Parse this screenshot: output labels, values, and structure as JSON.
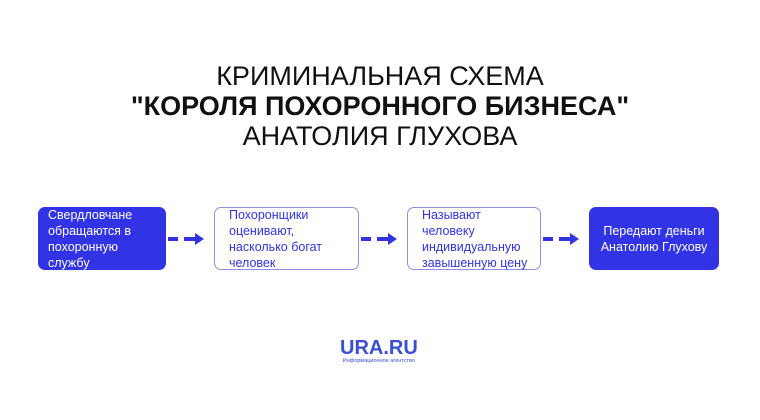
{
  "title": {
    "line1": "КРИМИНАЛЬНАЯ СХЕМА",
    "line2": "\"КОРОЛЯ ПОХОРОННОГО БИЗНЕСА\"",
    "line3": "АНАТОЛИЯ ГЛУХОВА"
  },
  "steps": [
    {
      "text": "Свердловчане обращаются в похоронную службу"
    },
    {
      "text": "Похоронщики оценивают, насколько богат человек"
    },
    {
      "text": "Называют человеку индивидуальную завышенную цену"
    },
    {
      "text": "Передают деньги Анатолию Глухову"
    }
  ],
  "colors": {
    "accent": "#3333e6"
  },
  "logo": {
    "name": "URA.RU",
    "tagline": "Информационное агентство"
  }
}
